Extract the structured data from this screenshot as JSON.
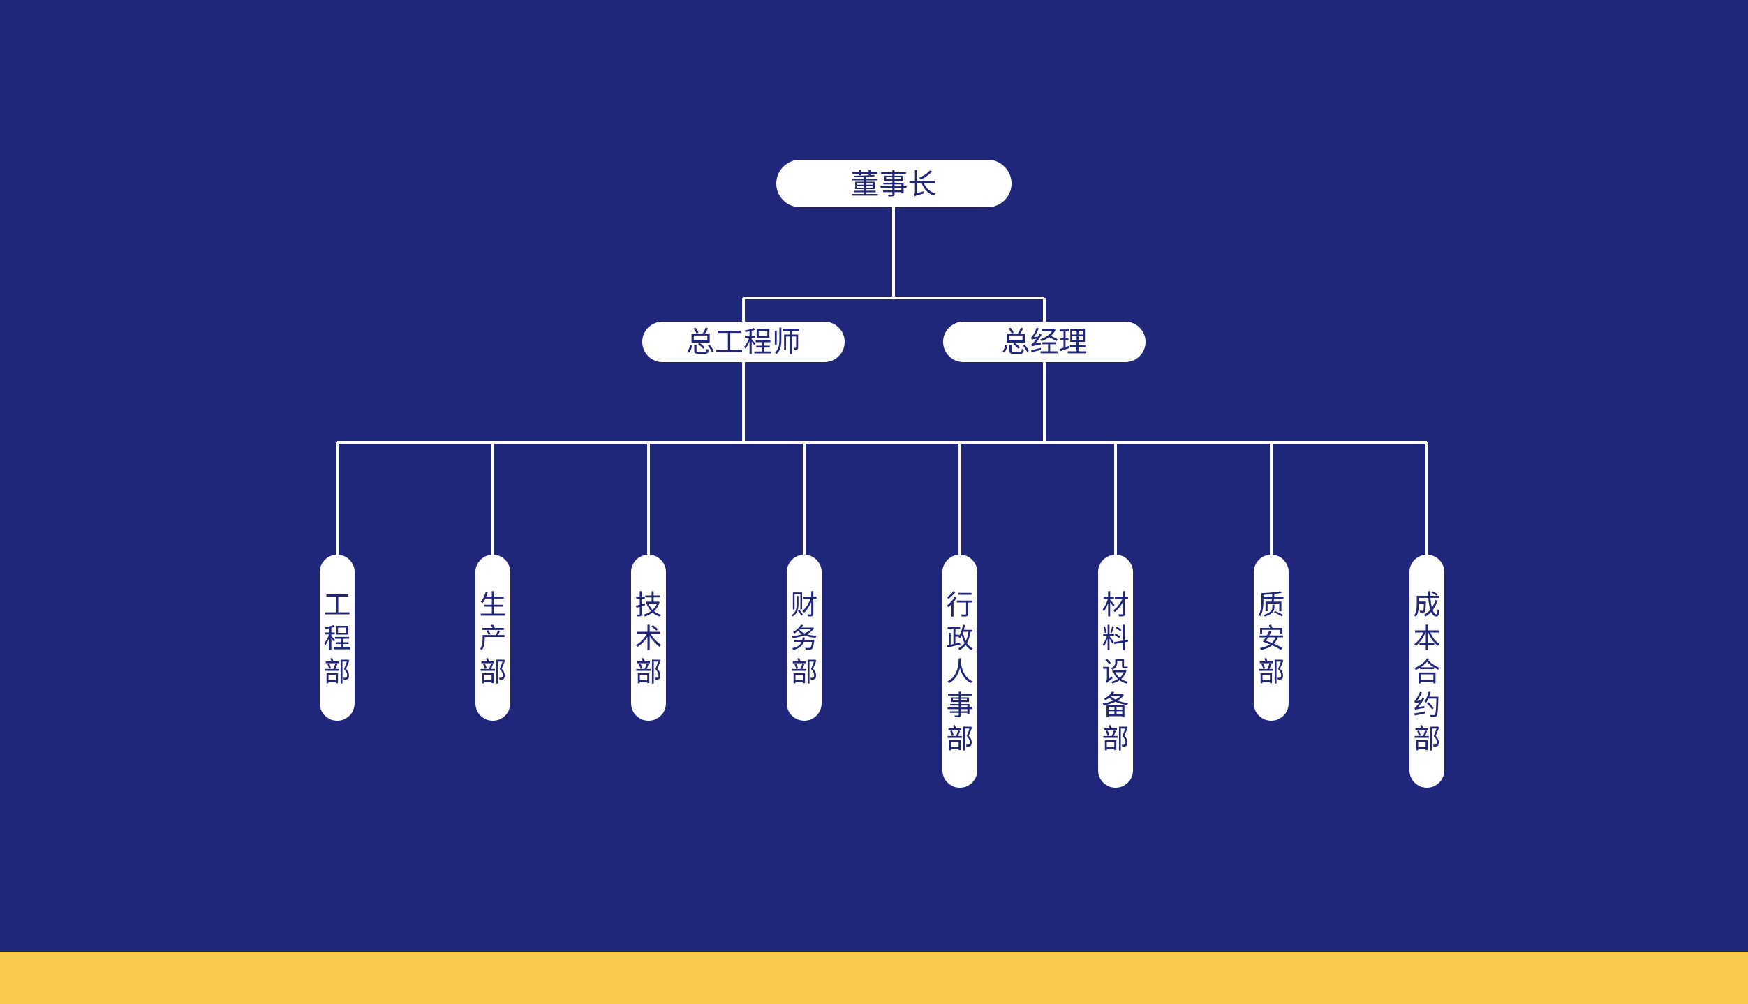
{
  "colors": {
    "background": "#20267a",
    "node_fill": "#ffffff",
    "text": "#20267a",
    "connector": "#ffffff",
    "footer_band": "#fbc94b"
  },
  "org_chart": {
    "root": {
      "label": "董事长"
    },
    "executives": [
      {
        "label": "总工程师"
      },
      {
        "label": "总经理"
      }
    ],
    "departments": [
      {
        "label": "工程部"
      },
      {
        "label": "生产部"
      },
      {
        "label": "技术部"
      },
      {
        "label": "财务部"
      },
      {
        "label": "行政人事部"
      },
      {
        "label": "材料设备部"
      },
      {
        "label": "质安部"
      },
      {
        "label": "成本合约部"
      }
    ]
  }
}
